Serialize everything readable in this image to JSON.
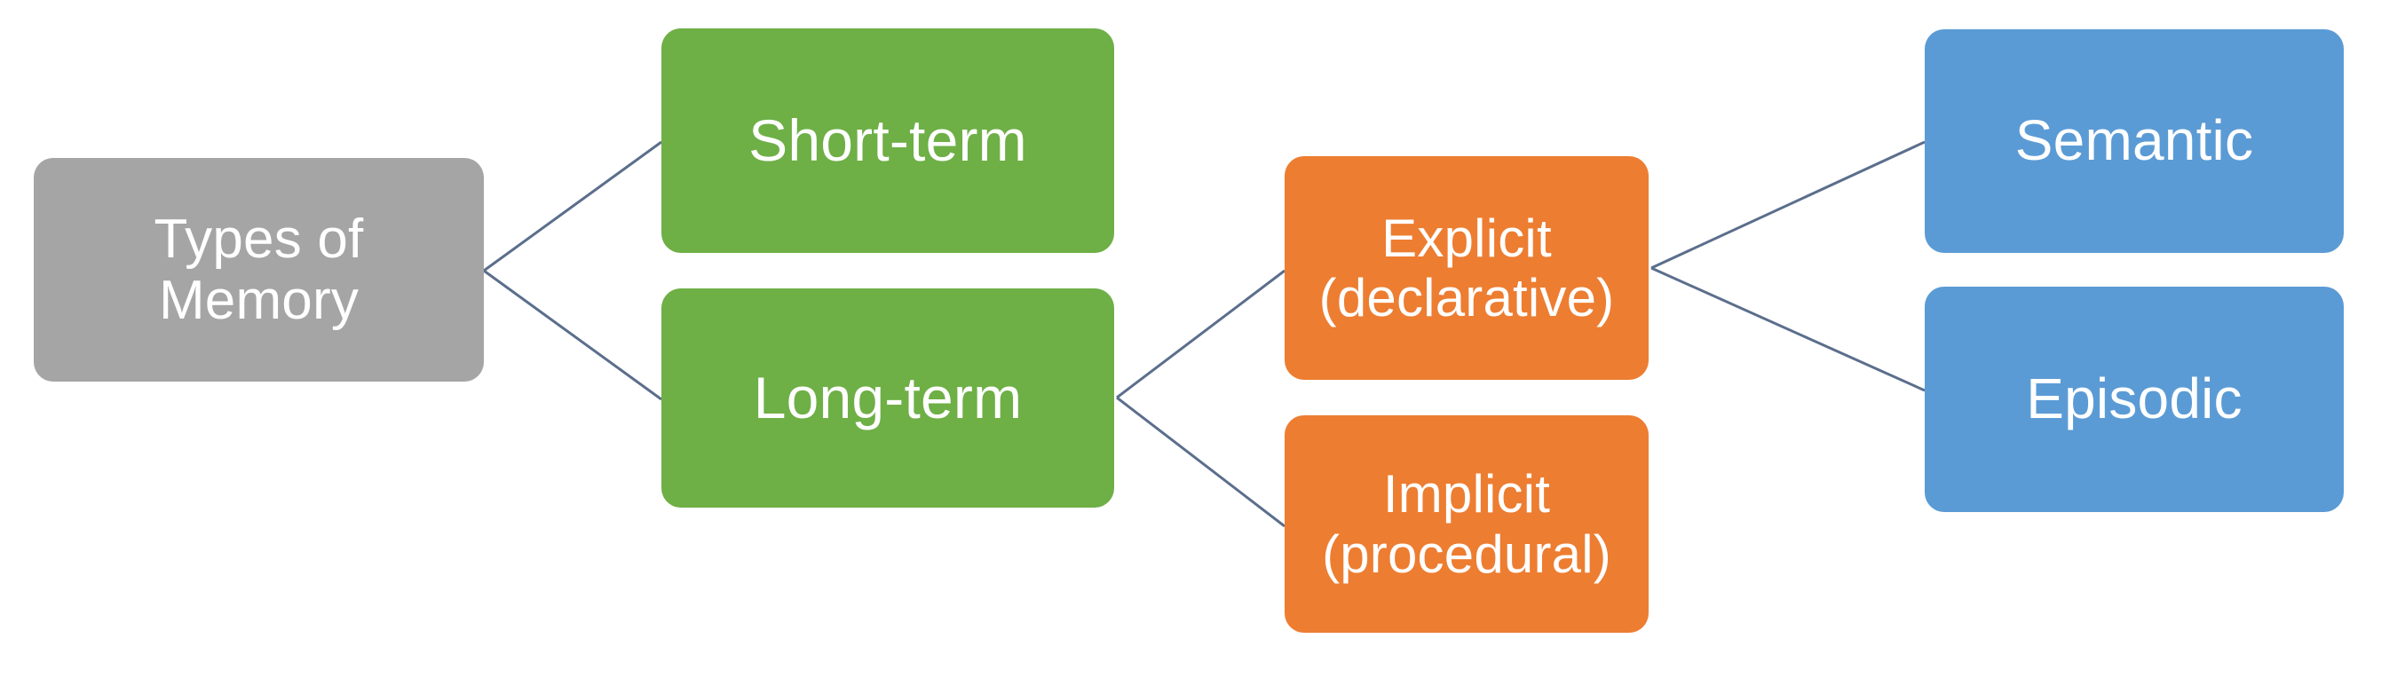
{
  "diagram": {
    "title": "Types of Memory",
    "type": "hierarchy-tree",
    "orientation": "left-to-right",
    "background_color": "#ffffff",
    "connector_color": "#5b6e8c",
    "text_color": "#ffffff",
    "palette": {
      "root_gray": "#a5a5a5",
      "level1_green": "#6eaf46",
      "level2_orange": "#ed7d31",
      "level3_blue": "#5b9bd5"
    },
    "nodes": [
      {
        "id": "root",
        "label": "Types of\nMemory",
        "color": "#a5a5a5",
        "level": 0
      },
      {
        "id": "short",
        "label": "Short-term",
        "color": "#6eaf46",
        "level": 1
      },
      {
        "id": "long",
        "label": "Long-term",
        "color": "#6eaf46",
        "level": 1
      },
      {
        "id": "explicit",
        "label": "Explicit\n(declarative)",
        "color": "#ed7d31",
        "level": 2
      },
      {
        "id": "implicit",
        "label": "Implicit\n(procedural)",
        "color": "#ed7d31",
        "level": 2
      },
      {
        "id": "semantic",
        "label": "Semantic",
        "color": "#5b9bd5",
        "level": 3
      },
      {
        "id": "episodic",
        "label": "Episodic",
        "color": "#5b9bd5",
        "level": 3
      }
    ],
    "edges": [
      {
        "from": "root",
        "to": "short"
      },
      {
        "from": "root",
        "to": "long"
      },
      {
        "from": "long",
        "to": "explicit"
      },
      {
        "from": "long",
        "to": "implicit"
      },
      {
        "from": "explicit",
        "to": "semantic"
      },
      {
        "from": "explicit",
        "to": "episodic"
      }
    ]
  }
}
